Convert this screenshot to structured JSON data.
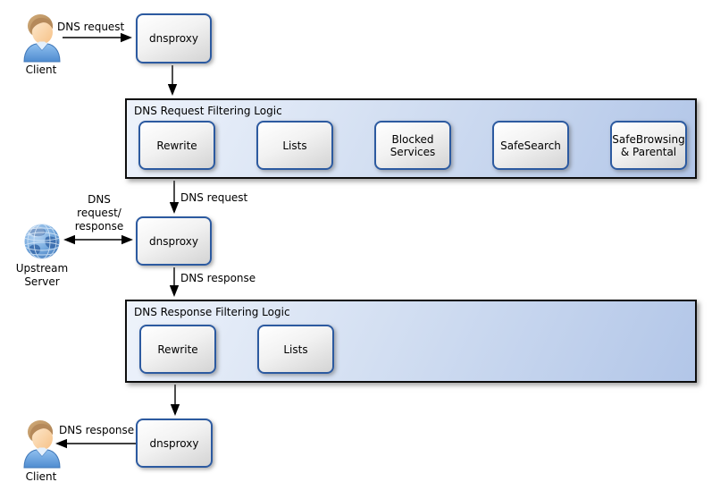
{
  "nodes": {
    "client_top": {
      "label": "Client"
    },
    "client_bottom": {
      "label": "Client"
    },
    "upstream_server": {
      "label_line1": "Upstream",
      "label_line2": "Server"
    },
    "dnsproxy_top": {
      "label": "dnsproxy"
    },
    "dnsproxy_mid": {
      "label": "dnsproxy"
    },
    "dnsproxy_bottom": {
      "label": "dnsproxy"
    }
  },
  "containers": {
    "request_filter": {
      "title": "DNS Request Filtering Logic",
      "steps": [
        {
          "label": "Rewrite"
        },
        {
          "label": "Lists"
        },
        {
          "label": "Blocked Services"
        },
        {
          "label": "SafeSearch"
        },
        {
          "label": "SafeBrowsing & Parental"
        }
      ]
    },
    "response_filter": {
      "title": "DNS Response Filtering Logic",
      "steps": [
        {
          "label": "Rewrite"
        },
        {
          "label": "Lists"
        }
      ]
    }
  },
  "edges": {
    "client_to_proxy_top": {
      "label": "DNS request"
    },
    "filter_to_proxy_mid": {
      "label": "DNS request"
    },
    "upstream_link": {
      "label_line1": "DNS",
      "label_line2": "request/",
      "label_line3": "response"
    },
    "proxy_mid_to_response_filter": {
      "label": "DNS response"
    },
    "proxy_bottom_to_client": {
      "label": "DNS response"
    }
  },
  "colors": {
    "container_bg_left": "#eef3fb",
    "container_bg_right": "#b2c6e8",
    "container_border": "#0d0d0d",
    "step_border": "#2c5aa0",
    "step_bg_top": "#ffffff",
    "step_bg_bottom": "#d4d4d4",
    "arrow": "#000000",
    "globe_blue": "#4a86c8",
    "shirt_blue": "#5793d6",
    "hair_tan": "#c49a6c"
  }
}
